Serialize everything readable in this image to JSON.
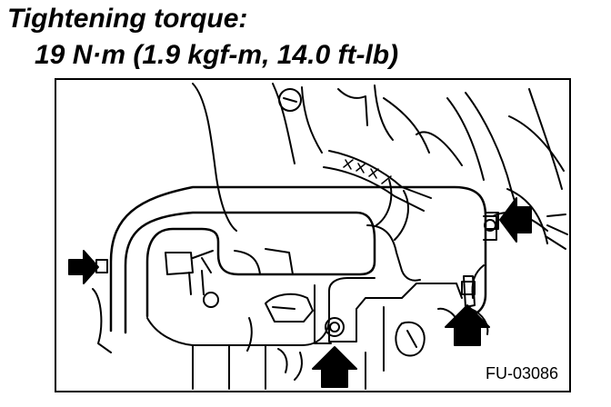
{
  "caption": {
    "line1": "Tightening torque:",
    "line2": "19 N·m (1.9 kgf-m, 14.0 ft-lb)"
  },
  "figure": {
    "code": "FU-03086",
    "arrow_count": 4,
    "line_color": "#000000",
    "background": "#ffffff"
  }
}
